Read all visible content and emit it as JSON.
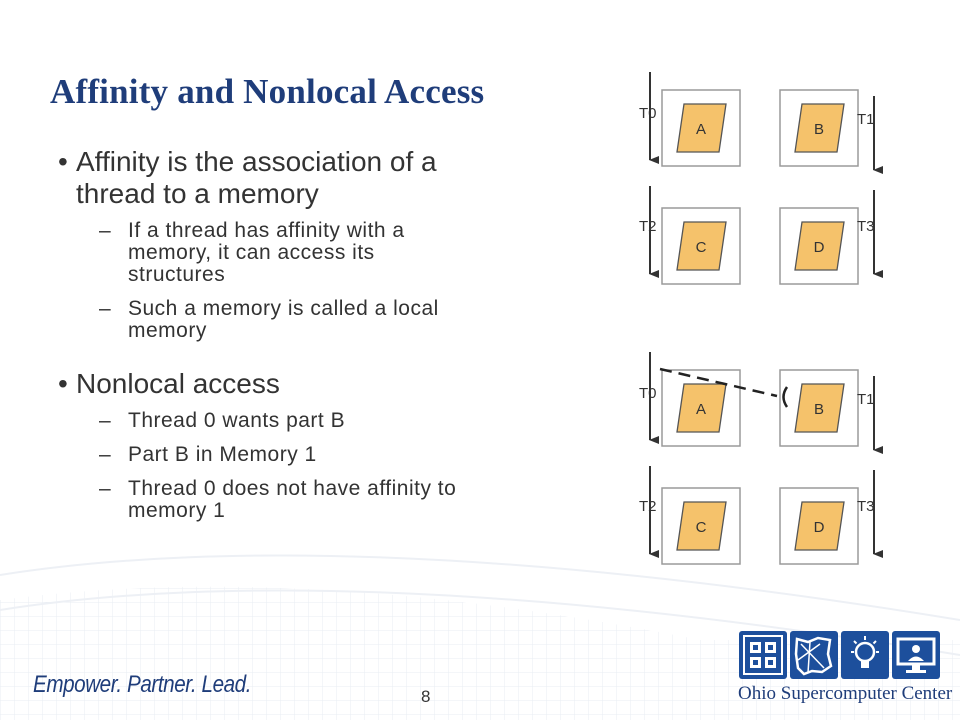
{
  "slide": {
    "title": "Affinity and Nonlocal Access",
    "bullets": [
      {
        "text": "Affinity is the association of a thread to a memory",
        "subs": [
          "If a thread has affinity with a memory, it can access its structures",
          "Such a memory is called a local memory"
        ]
      },
      {
        "text": "Nonlocal access",
        "subs": [
          "Thread 0 wants part B",
          "Part B in Memory 1",
          "Thread 0 does not have affinity to memory 1"
        ]
      }
    ],
    "bullet_glyph": "•",
    "dash_glyph": "–",
    "page_number": "8",
    "tagline": "Empower. Partner. Lead.",
    "org_name": "Ohio Supercomputer Center"
  },
  "diagram": {
    "parts": [
      "A",
      "B",
      "C",
      "D"
    ],
    "threads": [
      "T0",
      "T1",
      "T2",
      "T3"
    ]
  },
  "colors": {
    "title": "#1f3d7a",
    "body_text": "#333333",
    "part_fill": "#f5c26b",
    "frame": "#9a9a9a",
    "brand_blue": "#1f3d7a",
    "logo_tile": "#1d4f9c"
  },
  "icons": [
    "cpu-chip-icon",
    "ohio-state-icon",
    "lightbulb-icon",
    "monitor-icon"
  ]
}
